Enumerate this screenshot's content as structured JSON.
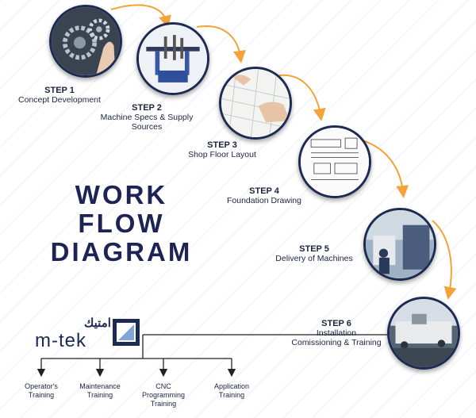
{
  "title": {
    "line1": "WORK",
    "line2": "FLOW",
    "line3": "DIAGRAM"
  },
  "steps": [
    {
      "number": "STEP 1",
      "description": "Concept Development",
      "image": "gears-concept-image"
    },
    {
      "number": "STEP 2",
      "description": "Machine Specs & Supply\nSources",
      "image": "cnc-machine-image"
    },
    {
      "number": "STEP 3",
      "description": "Shop Floor Layout",
      "image": "layout-planning-image"
    },
    {
      "number": "STEP 4",
      "description": "Foundation Drawing",
      "image": "technical-drawing-image"
    },
    {
      "number": "STEP 5",
      "description": "Delivery of Machines",
      "image": "machine-delivery-image"
    },
    {
      "number": "STEP 6",
      "description": "Installation\nComissioning & Training",
      "image": "installation-image"
    }
  ],
  "logo": {
    "arabic": "امتيك",
    "latin": "m-tek"
  },
  "trainings": [
    {
      "label": "Operator's\nTraining"
    },
    {
      "label": "Maintenance\nTraining"
    },
    {
      "label": "CNC\nProgramming\nTraining"
    },
    {
      "label": "Application\nTraining"
    }
  ],
  "colors": {
    "navy": "#1d2a52",
    "arrow_orange": "#f4a23a",
    "text": "#1c2440"
  }
}
